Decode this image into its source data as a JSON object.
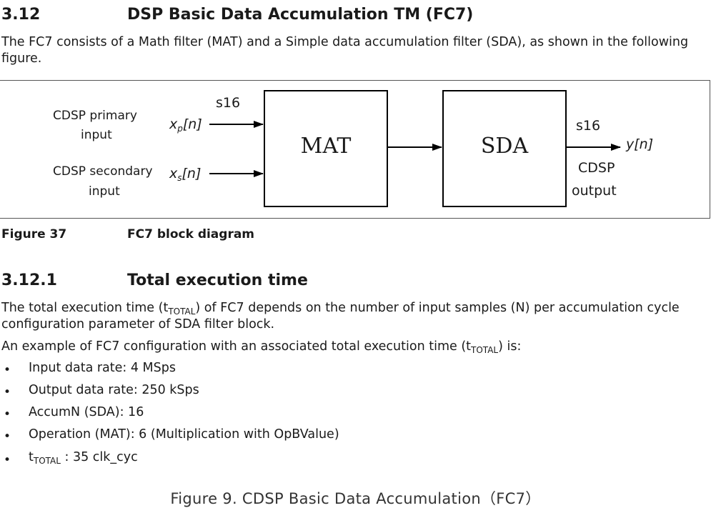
{
  "section": {
    "number": "3.12",
    "title": "DSP Basic Data Accumulation TM (FC7)"
  },
  "intro": {
    "line1": "The FC7 consists of a Math filter (MAT) and a Simple data accumulation filter (SDA), as shown in the following",
    "line2": "figure."
  },
  "diagram": {
    "input1_line1": "CDSP primary",
    "input1_line2": "input",
    "input1_var": "x",
    "input1_sub": "p",
    "input1_tail": "[n]",
    "input2_line1": "CDSP secondary",
    "input2_line2": "input",
    "input2_var": "x",
    "input2_sub": "s",
    "input2_tail": "[n]",
    "bus_in": "s16",
    "block1": "MAT",
    "block2": "SDA",
    "bus_out": "s16",
    "output_var": "y[n]",
    "output_line1": "CDSP",
    "output_line2": "output"
  },
  "figure_caption": {
    "label": "Figure 37",
    "text": "FC7 block diagram"
  },
  "subsection": {
    "number": "3.12.1",
    "title": "Total execution time"
  },
  "para1": {
    "a": "The total execution time (t",
    "sub": "TOTAL",
    "b": ") of FC7 depends on the number of input samples (N) per accumulation cycle",
    "line2": "configuration parameter of SDA filter block."
  },
  "para2": {
    "a": "An example of FC7 configuration with an associated total execution time (t",
    "sub": "TOTAL",
    "b": ") is:"
  },
  "bullets": [
    "Input data rate: 4 MSps",
    "Output data rate: 250 kSps",
    "AccumN (SDA): 16",
    "Operation (MAT): 6 (Multiplication with OpBValue)"
  ],
  "bullet5": {
    "a": "t",
    "sub": "TOTAL",
    "b": " : 35 clk_cyc"
  },
  "bottom_caption": "Figure 9. CDSP Basic Data Accumulation（FC7）"
}
